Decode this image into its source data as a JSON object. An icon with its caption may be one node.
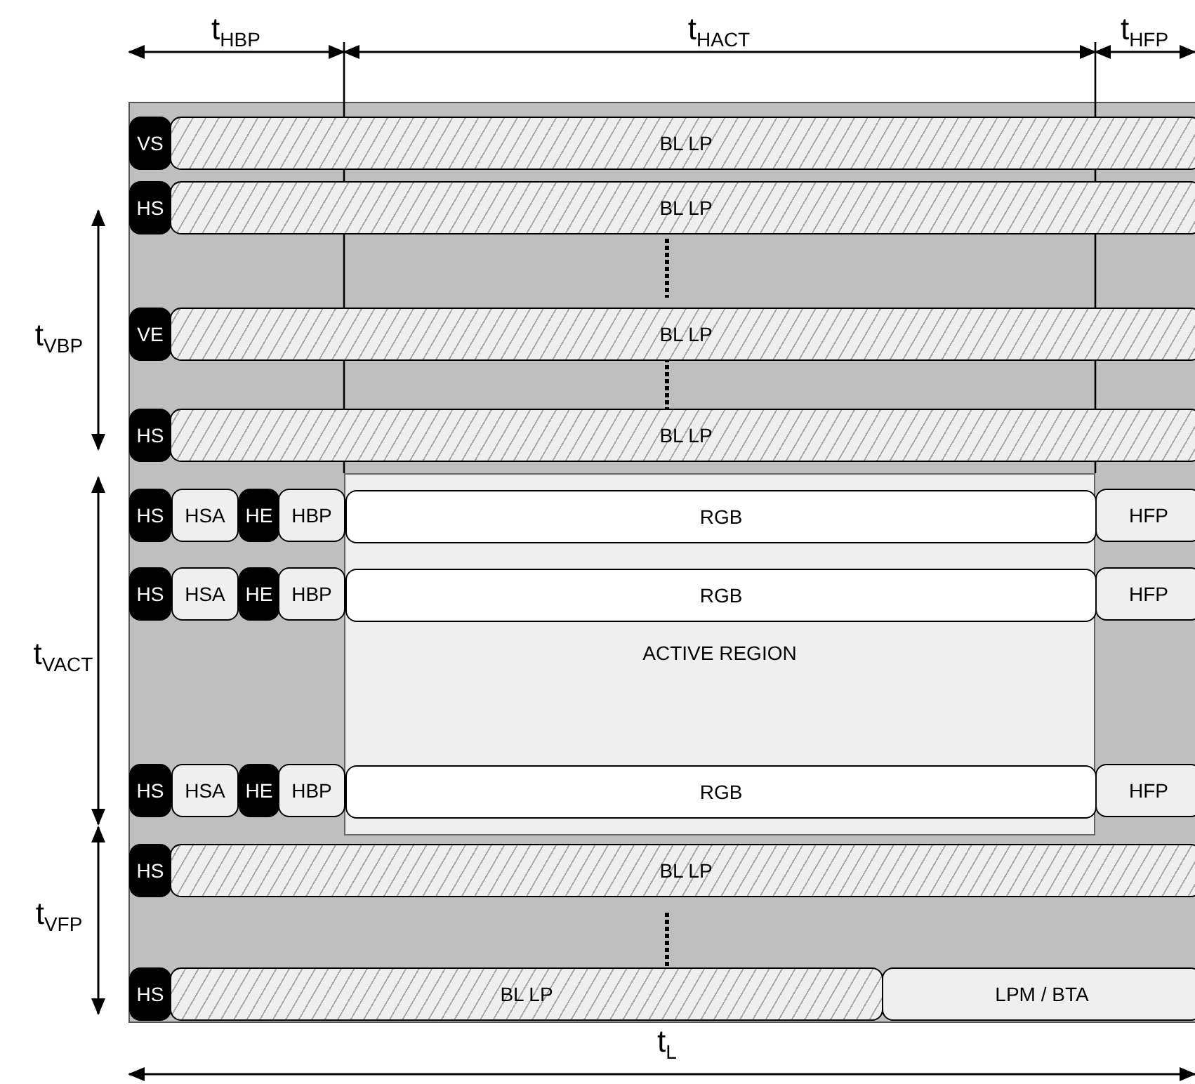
{
  "diagram": {
    "nodes": [
      {
        "text": [
          "VS"
        ]
      },
      {
        "text": [
          "BL LP"
        ]
      },
      {
        "text": [
          "HS"
        ]
      },
      {
        "text": [
          "BL LP"
        ]
      },
      {
        "text": [
          "VE"
        ]
      },
      {
        "text": [
          "BL LP"
        ]
      },
      {
        "text": [
          "HS"
        ]
      },
      {
        "text": [
          "BL LP"
        ]
      },
      {
        "text": [
          "ACTIVE REGION"
        ]
      },
      {
        "text": [
          "HS"
        ]
      },
      {
        "text": [
          "HSA"
        ]
      },
      {
        "text": [
          "HE"
        ]
      },
      {
        "text": [
          "HBP"
        ]
      },
      {
        "text": [
          "RGB"
        ],
        "in": 8
      },
      {
        "text": [
          "HFP"
        ]
      },
      {
        "text": [
          "HS"
        ]
      },
      {
        "text": [
          "HSA"
        ]
      },
      {
        "text": [
          "HE"
        ]
      },
      {
        "text": [
          "HBP"
        ]
      },
      {
        "text": [
          "RGB"
        ],
        "in": 8
      },
      {
        "text": [
          "HFP"
        ]
      },
      {
        "text": [
          "HS"
        ]
      },
      {
        "text": [
          "HSA"
        ]
      },
      {
        "text": [
          "HE"
        ]
      },
      {
        "text": [
          "HBP"
        ]
      },
      {
        "text": [
          "RGB"
        ],
        "in": 8
      },
      {
        "text": [
          "HFP"
        ]
      },
      {
        "text": [
          "HS"
        ]
      },
      {
        "text": [
          "BL LP"
        ]
      },
      {
        "text": [
          "HS"
        ]
      },
      {
        "text": [
          "BL LP"
        ]
      },
      {
        "text": [
          "LPM / BTA"
        ]
      }
    ],
    "labels": [
      "t$_{HBP}$",
      "t$_{HACT}$",
      "t$_{HFP}$",
      "t$_{VBP}$",
      "t$_{VACT}$",
      "t$_{VFP}$",
      "t$_{L}$"
    ]
  }
}
